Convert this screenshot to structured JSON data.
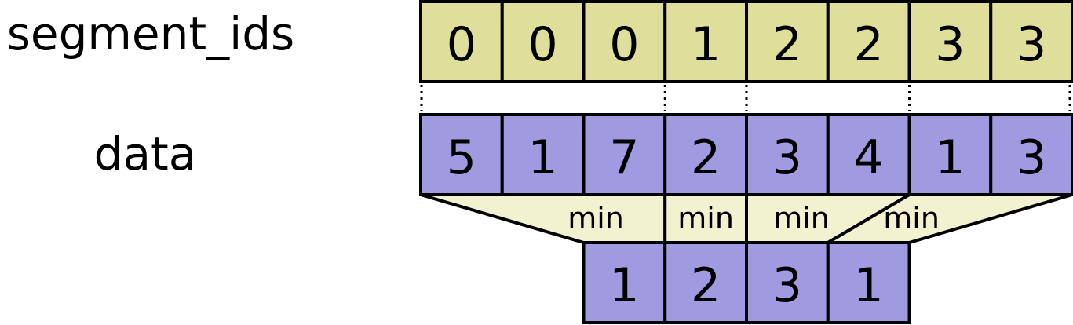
{
  "labels": {
    "segment_ids": "segment_ids",
    "data": "data"
  },
  "segment_ids": [
    "0",
    "0",
    "0",
    "1",
    "2",
    "2",
    "3",
    "3"
  ],
  "data": [
    "5",
    "1",
    "7",
    "2",
    "3",
    "4",
    "1",
    "3"
  ],
  "operation": "min",
  "result": [
    "1",
    "2",
    "3",
    "1"
  ],
  "colors": {
    "segment_fill": "#dfdf9b",
    "data_fill": "#a09ae0",
    "reduce_fill": "#f2f2d0",
    "stroke": "#000000"
  }
}
